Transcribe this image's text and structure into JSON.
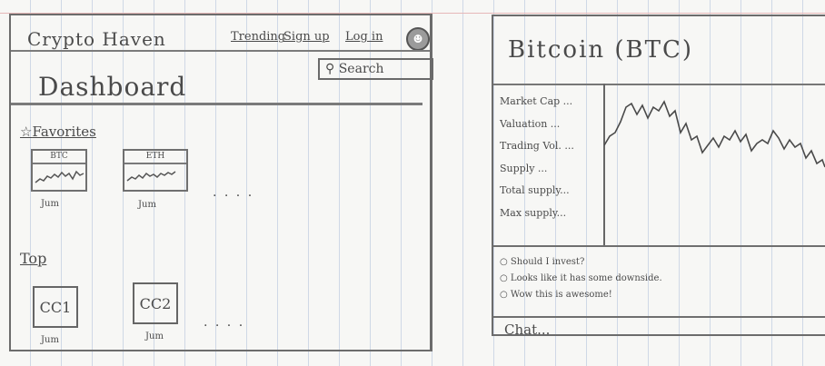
{
  "site": {
    "logo": "Crypto Haven",
    "nav": {
      "trending": "Trending",
      "signup": "Sign up",
      "login": "Log in"
    },
    "avatar_glyph": "☻",
    "search_label": "Search"
  },
  "dashboard": {
    "title": "Dashboard",
    "favorites_label": "Favorites",
    "favorites": [
      {
        "symbol": "BTC",
        "caption": "Jum"
      },
      {
        "symbol": "ETH",
        "caption": "Jum"
      }
    ],
    "favorites_more": ". . . .",
    "top_label": "Top",
    "top": [
      {
        "label": "CC1",
        "caption": "Jum"
      },
      {
        "label": "CC2",
        "caption": "Jum"
      }
    ],
    "top_more": ". . . ."
  },
  "detail": {
    "title": "Bitcoin (BTC)",
    "stats": [
      "Market Cap ...",
      "Valuation ...",
      "Trading Vol. ...",
      "Supply ...",
      "Total supply...",
      "Max supply..."
    ],
    "comments": [
      "Should I invest?",
      "Looks like it has some downside.",
      "Wow this is awesome!"
    ],
    "chat_placeholder": "Chat..."
  },
  "colors": {
    "pencil": "#4a4a4a",
    "paper": "#f7f7f5",
    "ruling": "#cfd8e6",
    "margin_line": "#e6b8b8"
  },
  "icons": {
    "search": "magnifier-icon",
    "avatar": "smiley-avatar-icon",
    "favorites": "star-icon",
    "comment": "circle-bullet-icon"
  }
}
